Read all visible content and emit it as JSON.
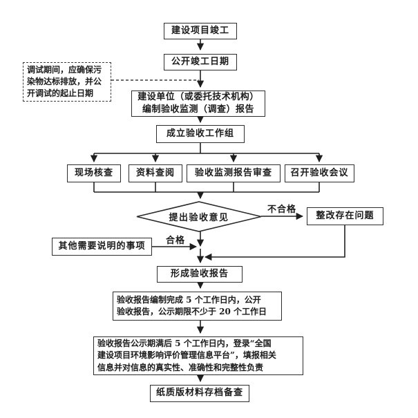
{
  "nodes": {
    "start": "建设项目竣工",
    "publish_completion_date": "公开竣工日期",
    "commissioning_note": "调试期间，应确保污\n染物达标排放，并公\n开调试的起止日期",
    "prepare_report": "建设单位（或委托技术机构）\n编制验收监测（调查）报告",
    "form_workgroup": "成立验收工作组",
    "site_inspection": "现场核查",
    "document_review": "资料查阅",
    "monitor_report_review": "验收监测报告审查",
    "acceptance_meeting": "召开验收会议",
    "decision": "提出验收意见",
    "rectify_problems": "整改存在问题",
    "other_matters": "其他需要说明的事项",
    "form_acceptance_report": "形成验收报告",
    "publicize_report": "验收报告编制完成 5 个工作日内，公开\n验收报告，公示期限不少于 20 个工作日",
    "online_platform": "验收报告公示期满后 5 个工作日内，登录“全国\n建设项目环境影响评价管理信息平台”，填报相关\n信息并对信息的真实性、准确性和完整性负责",
    "archive": "纸质版材料存档备查"
  },
  "edge_labels": {
    "fail": "不合格",
    "pass": "合格"
  },
  "colors": {
    "line": "#1f1f1f",
    "box_border": "#2b2b2b",
    "text": "#1b1b1b",
    "background": "#ffffff"
  }
}
